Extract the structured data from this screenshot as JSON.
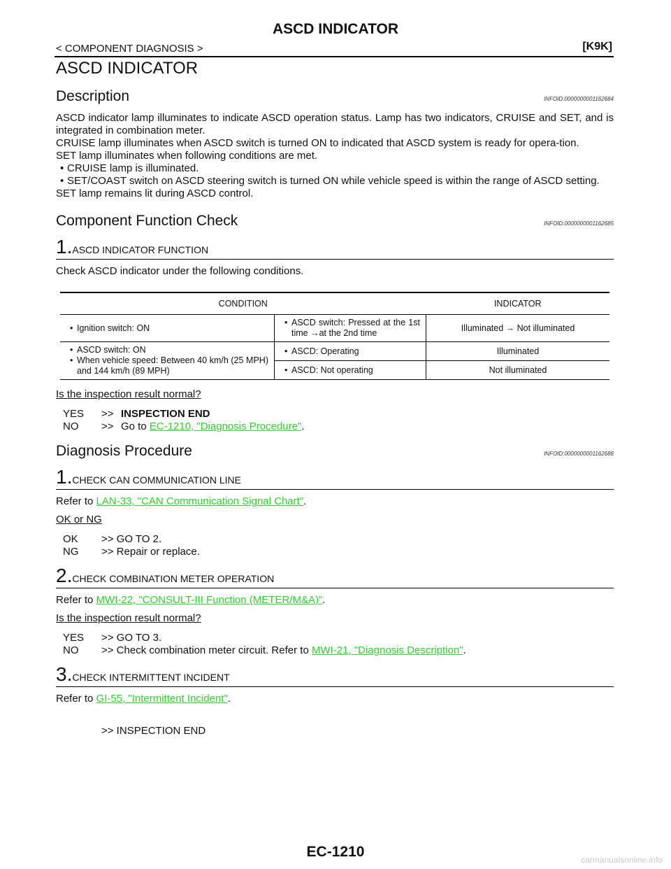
{
  "header": {
    "title": "ASCD INDICATOR",
    "section": "< COMPONENT DIAGNOSIS >",
    "model": "[K9K]"
  },
  "main_title": "ASCD INDICATOR",
  "description": {
    "heading": "Description",
    "infoid": "INFOID:0000000001162684",
    "paragraphs": [
      "ASCD indicator lamp illuminates to indicate ASCD operation status. Lamp has two indicators, CRUISE and SET, and is integrated in combination meter.",
      "CRUISE lamp illuminates when ASCD switch is turned ON to indicated that ASCD system is ready for opera-tion.",
      "SET lamp illuminates when following conditions are met."
    ],
    "bullets": [
      "CRUISE lamp is illuminated.",
      "SET/COAST switch on ASCD steering switch is turned ON while vehicle speed is within the range of ASCD setting."
    ],
    "closing": "SET lamp remains lit during ASCD control."
  },
  "component_check": {
    "heading": "Component Function Check",
    "infoid": "INFOID:0000000001162685",
    "step_num": "1.",
    "step_title": "ASCD INDICATOR FUNCTION",
    "instruction": "Check ASCD indicator under the following conditions.",
    "table": {
      "headers": [
        "CONDITION",
        "INDICATOR"
      ],
      "r1_c1": "Ignition switch: ON",
      "r1_c2": "ASCD switch: Pressed at the 1st time →at the 2nd time",
      "r1_c3": "Illuminated → Not illuminated",
      "r2_c1a": "ASCD switch: ON",
      "r2_c1b": "When vehicle speed: Between 40 km/h (25 MPH) and 144 km/h (89 MPH)",
      "r2_c2": "ASCD: Operating",
      "r2_c3": "Illuminated",
      "r3_c2": "ASCD: Not operating",
      "r3_c3": "Not illuminated"
    },
    "question": "Is the inspection result normal?",
    "yes_key": "YES",
    "yes_arrow": ">>",
    "yes_text": "INSPECTION END",
    "no_key": "NO",
    "no_arrow": ">>",
    "no_prefix": "Go to ",
    "no_link": "EC-1210, \"Diagnosis Procedure\"",
    "no_suffix": "."
  },
  "diagnosis": {
    "heading": "Diagnosis Procedure",
    "infoid": "INFOID:0000000001162686",
    "step1": {
      "num": "1.",
      "title": "CHECK CAN COMMUNICATION LINE",
      "refer_prefix": "Refer to ",
      "refer_link": "LAN-33, \"CAN Communication Signal Chart\"",
      "refer_suffix": ".",
      "question": "OK or NG",
      "ok_key": "OK",
      "ok_text": ">> GO TO 2.",
      "ng_key": "NG",
      "ng_text": ">> Repair or replace."
    },
    "step2": {
      "num": "2.",
      "title": "CHECK COMBINATION METER OPERATION",
      "refer_prefix": "Refer to ",
      "refer_link": "MWI-22, \"CONSULT-III Function (METER/M&A)\"",
      "refer_suffix": ".",
      "question": "Is the inspection result normal?",
      "yes_key": "YES",
      "yes_text": ">> GO TO 3.",
      "no_key": "NO",
      "no_text": ">> Check combination meter circuit. Refer to ",
      "no_link": "MWI-21, \"Diagnosis Description\"",
      "no_suffix": "."
    },
    "step3": {
      "num": "3.",
      "title": "CHECK INTERMITTENT INCIDENT",
      "refer_prefix": "Refer to ",
      "refer_link": "GI-55, \"Intermittent Incident\"",
      "refer_suffix": ".",
      "end_text": ">> INSPECTION END"
    }
  },
  "footer": {
    "page": "EC-1210"
  },
  "watermark": "carmanualsonline.info"
}
